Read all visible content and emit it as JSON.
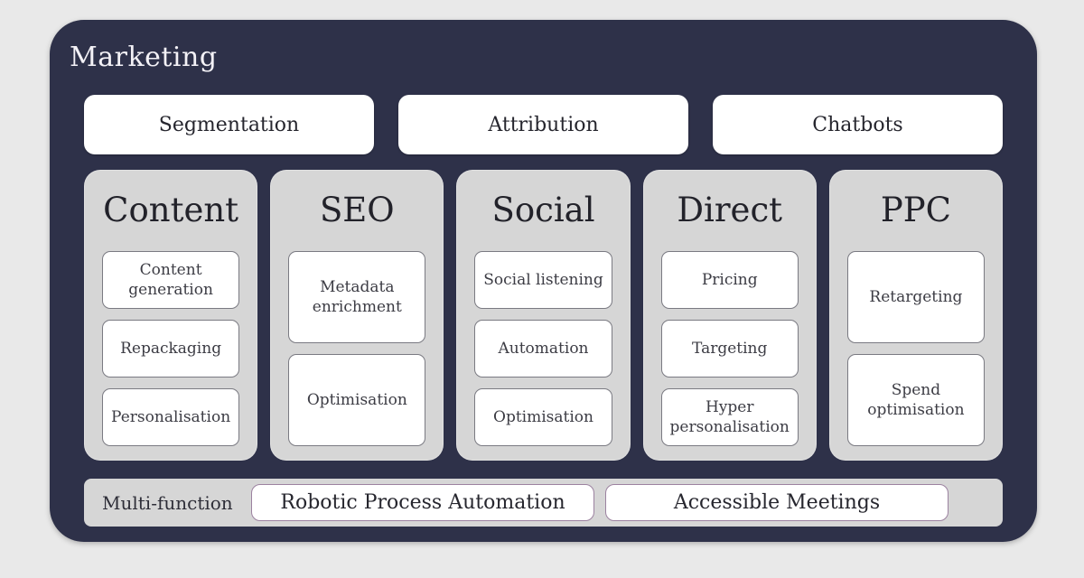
{
  "board": {
    "title": "Marketing"
  },
  "top_row": [
    "Segmentation",
    "Attribution",
    "Chatbots"
  ],
  "columns": [
    {
      "title": "Content",
      "items": [
        "Content generation",
        "Repackaging",
        "Personalisation"
      ]
    },
    {
      "title": "SEO",
      "items": [
        "Metadata enrichment",
        "Optimisation"
      ]
    },
    {
      "title": "Social",
      "items": [
        "Social listening",
        "Automation",
        "Optimisation"
      ]
    },
    {
      "title": "Direct",
      "items": [
        "Pricing",
        "Targeting",
        "Hyper personalisation"
      ]
    },
    {
      "title": "PPC",
      "items": [
        "Retargeting",
        "Spend optimisation"
      ]
    }
  ],
  "bottom_bar": {
    "label": "Multi-function",
    "items": [
      "Robotic Process Automation",
      "Accessible Meetings"
    ]
  },
  "colors": {
    "page_background": "#e9e9e9",
    "board_background": "#2e3149",
    "column_background": "#d6d6d6",
    "node_background": "#ffffff",
    "node_border": "#7a7a82",
    "bottom_node_border": "#9c82a0",
    "title_text": "#f3f1f6",
    "dark_text": "#26262e"
  }
}
